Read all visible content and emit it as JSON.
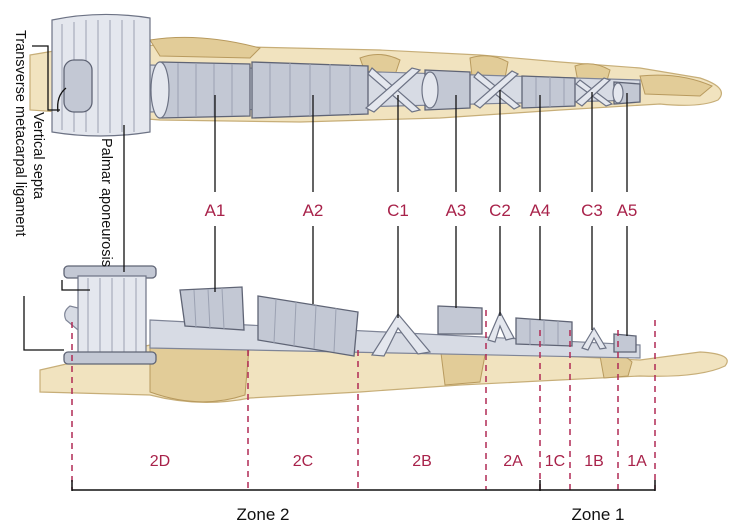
{
  "pulleys": {
    "A1": "A1",
    "A2": "A2",
    "C1": "C1",
    "A3": "A3",
    "C2": "C2",
    "A4": "A4",
    "C3": "C3",
    "A5": "A5"
  },
  "side_labels": {
    "transverse": "Transverse metacarpal ligament",
    "vertical": "Vertical septa",
    "palmar": "Palmar aponeurosis"
  },
  "zones": {
    "z2D": "2D",
    "z2C": "2C",
    "z2B": "2B",
    "z2A": "2A",
    "z1C": "1C",
    "z1B": "1B",
    "z1A": "1A"
  },
  "bottom": {
    "zone2": "Zone 2",
    "zone1": "Zone 1"
  },
  "colors": {
    "label": "#a8224a",
    "bone": "#f1e3bf",
    "sheath": "#c3c8d4"
  }
}
